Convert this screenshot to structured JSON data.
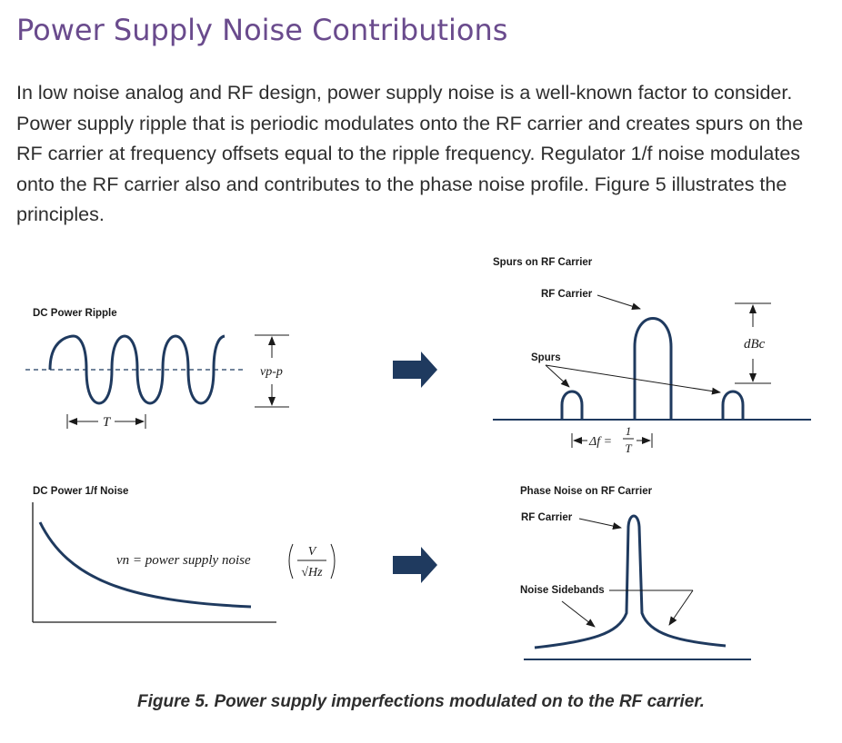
{
  "page": {
    "title": "Power Supply Noise Contributions",
    "paragraph": "In low noise analog and RF design, power supply noise is a well-known factor to consider. Power supply ripple that is periodic modulates onto the RF carrier and creates spurs on the RF carrier at frequency offsets equal to the ripple frequency. Regulator 1/f noise modulates onto the RF carrier also and contributes to the phase noise profile. Figure 5 illustrates the principles."
  },
  "figure": {
    "dc_ripple": {
      "title": "DC Power Ripple",
      "vpp": "vp-p",
      "period": "T"
    },
    "spurs": {
      "title": "Spurs on RF Carrier",
      "carrier": "RF Carrier",
      "spurs": "Spurs",
      "dbc": "dBc",
      "delta_f": "Δf =",
      "one": "1",
      "T": "T"
    },
    "dc_noise": {
      "title": "DC Power 1/f Noise",
      "formula": "vn = power supply noise",
      "unit_num": "V",
      "unit_den": "√Hz"
    },
    "phase_noise": {
      "title": "Phase Noise on RF Carrier",
      "carrier": "RF Carrier",
      "sidebands": "Noise Sidebands"
    },
    "caption": "Figure 5. Power supply imperfections modulated on to the RF carrier."
  },
  "colors": {
    "title": "#6a4b8d",
    "curve": "#1f3a5f",
    "arrow": "#1f3a5f"
  }
}
